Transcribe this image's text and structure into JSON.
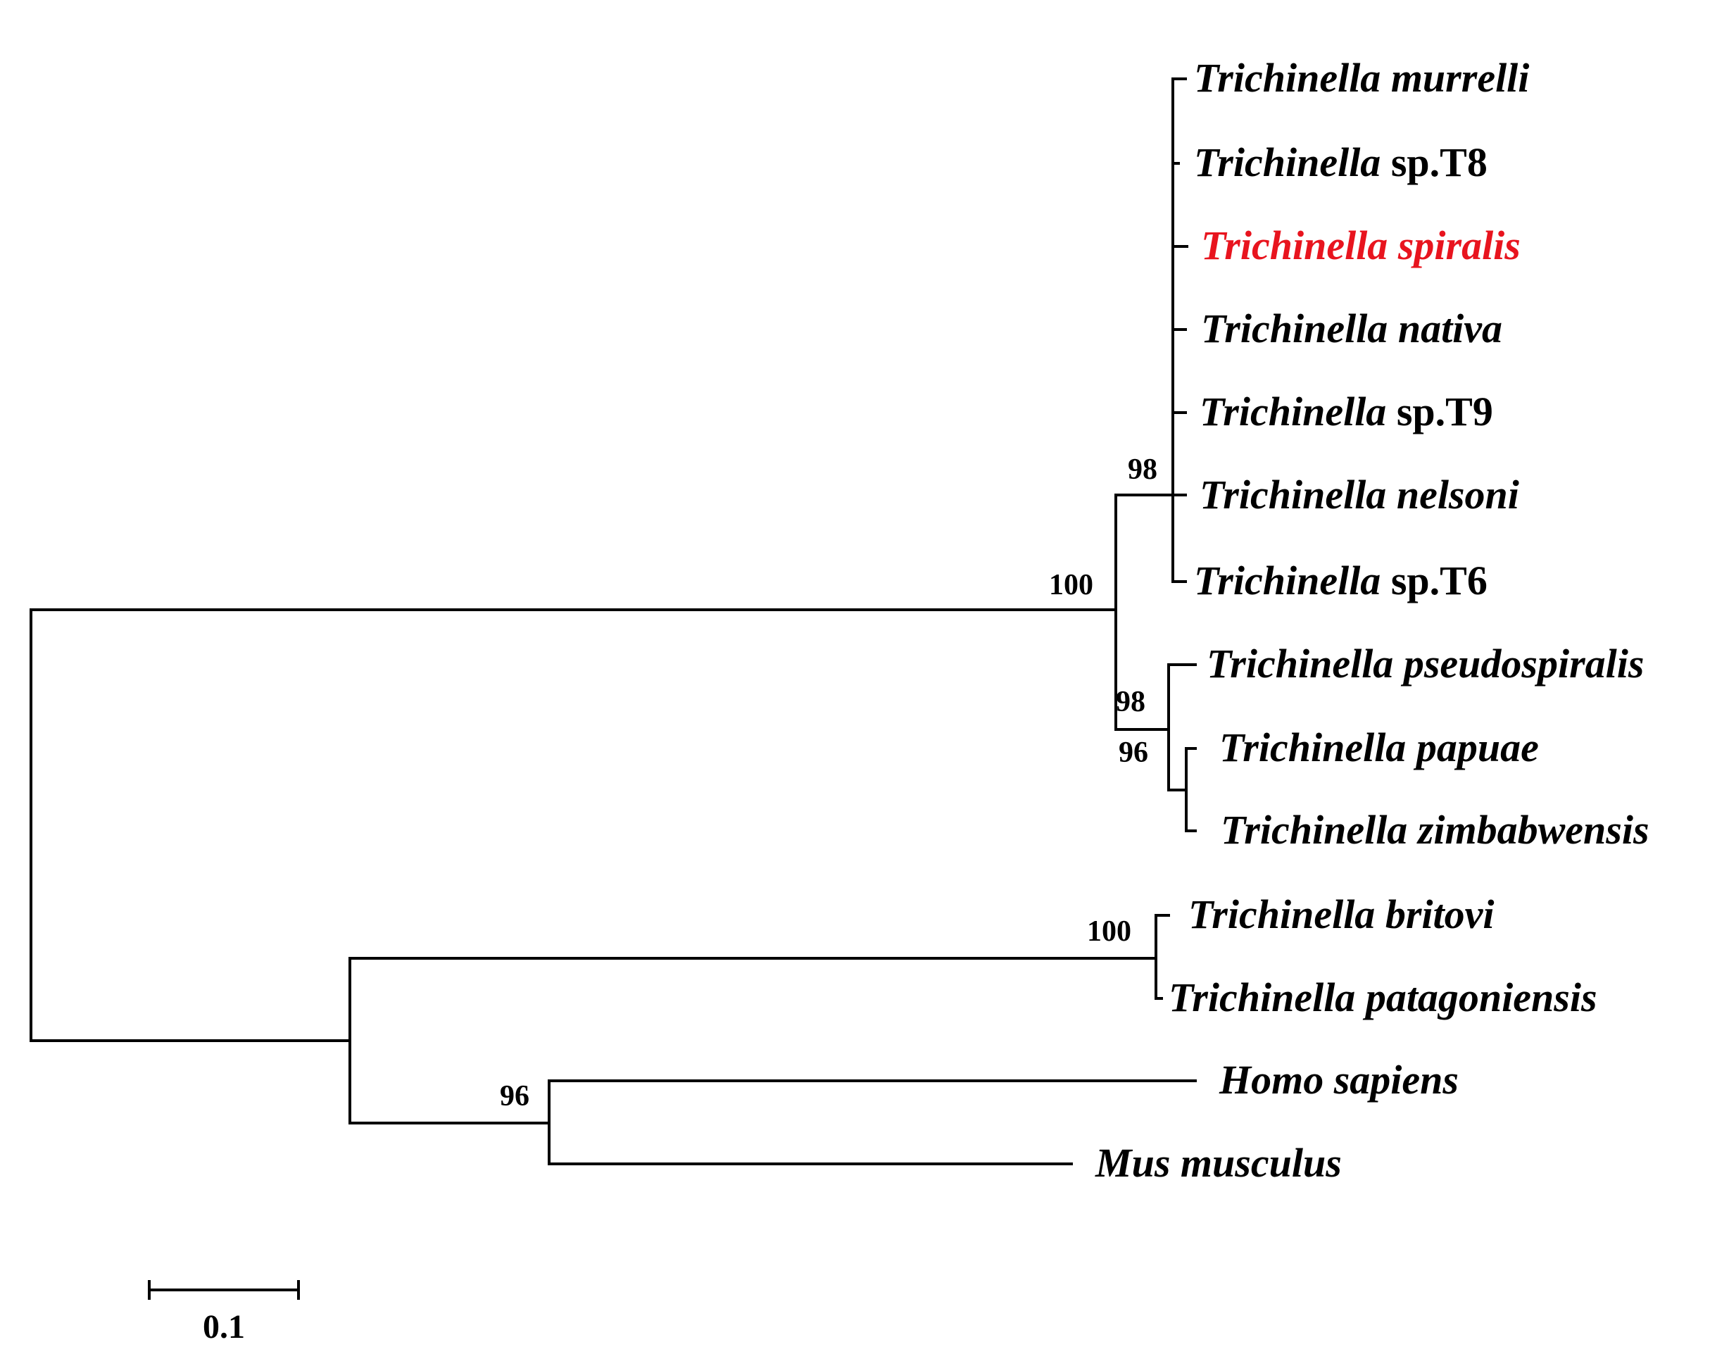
{
  "taxa": [
    {
      "genus": "Trichinella",
      "species": "murrelli",
      "species_italic": true,
      "color": "#000000"
    },
    {
      "genus": "Trichinella",
      "species": "sp.T8",
      "species_italic": false,
      "color": "#000000"
    },
    {
      "genus": "Trichinella",
      "species": "spiralis",
      "species_italic": true,
      "color": "#e8141e"
    },
    {
      "genus": "Trichinella",
      "species": "nativa",
      "species_italic": true,
      "color": "#000000"
    },
    {
      "genus": "Trichinella",
      "species": "sp.T9",
      "species_italic": false,
      "color": "#000000"
    },
    {
      "genus": "Trichinella",
      "species": "nelsoni",
      "species_italic": true,
      "color": "#000000"
    },
    {
      "genus": "Trichinella",
      "species": "sp.T6",
      "species_italic": false,
      "color": "#000000"
    },
    {
      "genus": "Trichinella",
      "species": "pseudospiralis",
      "species_italic": true,
      "color": "#000000"
    },
    {
      "genus": "Trichinella",
      "species": "papuae",
      "species_italic": true,
      "color": "#000000"
    },
    {
      "genus": "Trichinella",
      "species": "zimbabwensis",
      "species_italic": true,
      "color": "#000000"
    },
    {
      "genus": "Trichinella",
      "species": "britovi",
      "species_italic": true,
      "color": "#000000"
    },
    {
      "genus": "Trichinella",
      "species": "patagoniensis",
      "species_italic": true,
      "color": "#000000"
    },
    {
      "genus": "Homo",
      "species": "sapiens",
      "species_italic": true,
      "color": "#000000"
    },
    {
      "genus": "Mus",
      "species": "musculus",
      "species_italic": true,
      "color": "#000000"
    }
  ],
  "bootstrap_values": [
    "98",
    "100",
    "98",
    "96",
    "100",
    "96"
  ],
  "scale_bar": {
    "label": "0.1",
    "value": 0.1
  }
}
